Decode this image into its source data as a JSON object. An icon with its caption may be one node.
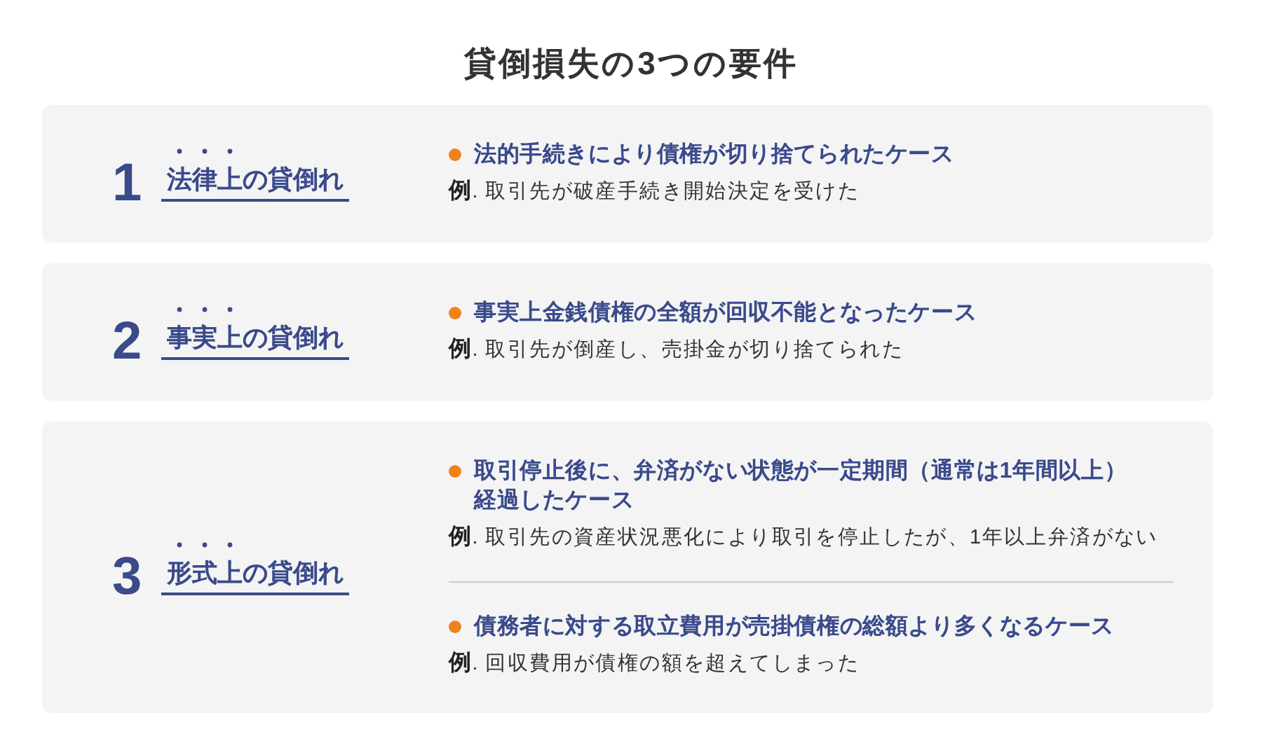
{
  "diagram": {
    "title": "貸倒損失の3つの要件",
    "nodes": [
      {
        "text": [
          "1",
          "法律上の貸倒れ",
          "法的手続きにより債権が切り捨てられたケース",
          "**例**. 取引先が破産手続き開始決定を受けた"
        ]
      },
      {
        "text": [
          "2",
          "事実上の貸倒れ",
          "事実上金銭債権の全額が回収不能となったケース",
          "**例**. 取引先が倒産し、売掛金が切り捨てられた"
        ]
      },
      {
        "text": [
          "3",
          "形式上の貸倒れ",
          "取引停止後に、弁済がない状態が一定期間（通常は1年間以上）経過したケース",
          "**例**. 取引先の資産状況悪化により取引を停止したが、1年以上弁済がない",
          "債務者に対する取立費用が売掛債権の総額より多くなるケース",
          "**例**. 回収費用が債権の額を超えてしまった"
        ]
      }
    ]
  }
}
